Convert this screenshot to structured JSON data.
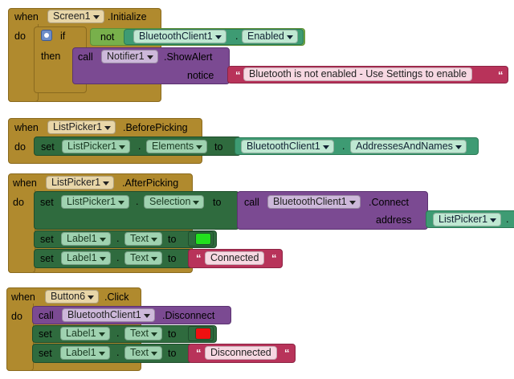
{
  "kw": {
    "when": "when",
    "do": "do",
    "if": "if",
    "then": "then",
    "not": "not",
    "call": "call",
    "set": "set",
    "to": "to",
    "notice": "notice",
    "address": "address",
    "dot": "."
  },
  "events": {
    "e1": {
      "component": "Screen1",
      "event": ".Initialize"
    },
    "e2": {
      "component": "ListPicker1",
      "event": ".BeforePicking"
    },
    "e3": {
      "component": "ListPicker1",
      "event": ".AfterPicking"
    },
    "e4": {
      "component": "Button6",
      "event": ".Click"
    }
  },
  "e1": {
    "cond_component": "BluetoothClient1",
    "cond_property": "Enabled",
    "call_component": "Notifier1",
    "call_method": ".ShowAlert",
    "notice_text": "Bluetooth is not enabled - Use Settings to enable"
  },
  "e2": {
    "set_component": "ListPicker1",
    "set_property": "Elements",
    "value_component": "BluetoothClient1",
    "value_property": "AddressesAndNames"
  },
  "e3": {
    "set1_component": "ListPicker1",
    "set1_property": "Selection",
    "call_component": "BluetoothClient1",
    "call_method": ".Connect",
    "address_component": "ListPicker1",
    "set2_component": "Label1",
    "set2_property": "Text",
    "set2_color": "#22e01e",
    "set3_component": "Label1",
    "set3_property": "Text",
    "set3_text": "Connected"
  },
  "e4": {
    "call_component": "BluetoothClient1",
    "call_method": ".Disconnect",
    "set1_component": "Label1",
    "set1_property": "Text",
    "set1_color": "#f01010",
    "set2_component": "Label1",
    "set2_property": "Text",
    "set2_text": "Disconnected"
  },
  "quote": "“"
}
